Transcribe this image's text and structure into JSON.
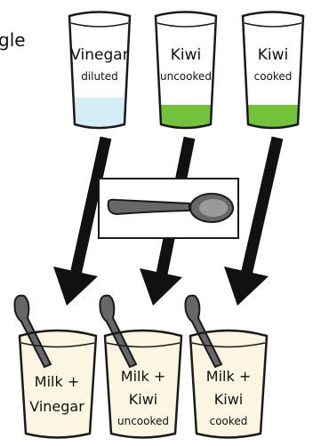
{
  "edge_text": "gle",
  "top_cups": [
    {
      "name": "Vinegar",
      "sub": "diluted",
      "liquid": "#d4ecf3"
    },
    {
      "name": "Kiwi",
      "sub": "uncooked",
      "liquid": "#72c23c"
    },
    {
      "name": "Kiwi",
      "sub": "cooked",
      "liquid": "#72c23c"
    }
  ],
  "bottom_cups": [
    {
      "line1": "Milk +",
      "line2": "Vinegar",
      "line3": ""
    },
    {
      "line1": "Milk +",
      "line2": "Kiwi",
      "line3": "uncooked"
    },
    {
      "line1": "Milk +",
      "line2": "Kiwi",
      "line3": "cooked"
    }
  ],
  "colors": {
    "outline": "#1a1a1a",
    "glass": "#ffffff",
    "milk": "#fbf5e2",
    "spoon": "#666666",
    "arrow": "#111111"
  },
  "icons": [
    "spoon-icon",
    "arrow-icon"
  ]
}
